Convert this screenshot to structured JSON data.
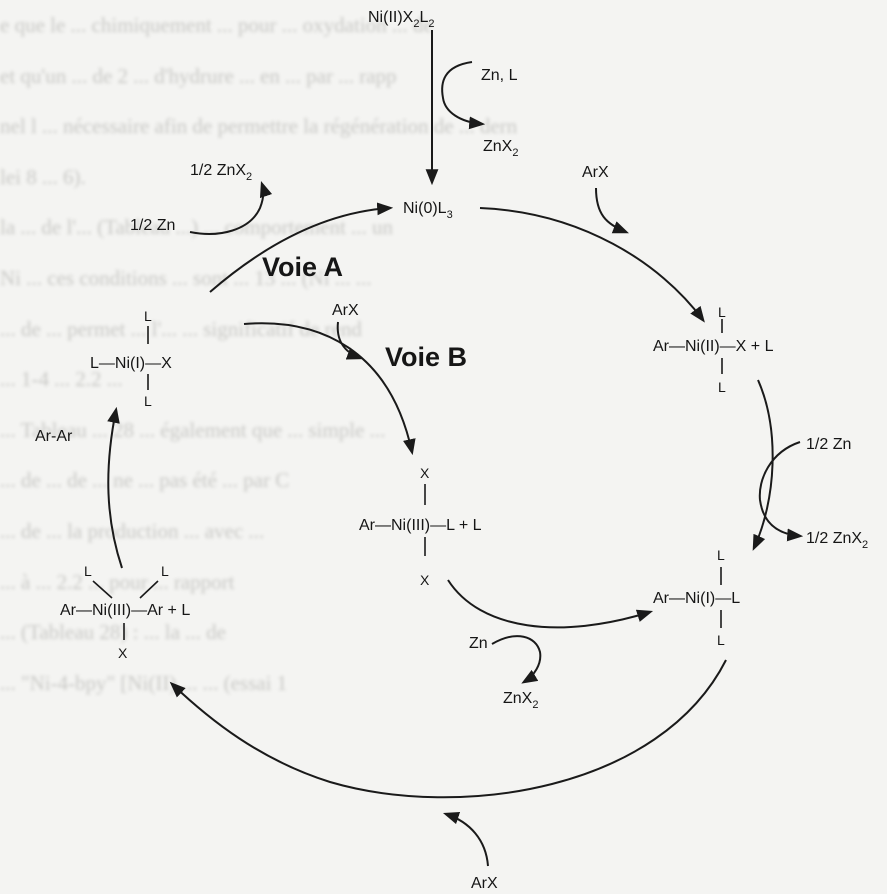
{
  "background_text_lines": [
    "e que le ... chimiquement ... pour ... oxydation ... de",
    "et qu'un ... de 2 ... d'hydrure ... en ... par ... rapp",
    "nel l ... nécessaire afin de permettre la régénération de ... dern",
    "lei 8 ... 6).",
    "la ... de l'... (Tableau ...) ... comportement ... un",
    "Ni ... ces conditions ... sont ... 13 ... (Ni ... ...",
    "... de ... permet ... l'... ... significatif de rend",
    "... 1-4 ... 2.2 ...",
    "... Tableau ... 28 ... également que ... simple ...",
    "... de ... de ... ne ... pas été ... par C",
    "... de ... la production ... avec ...",
    "... à ... 2.2 ... pour ... rapport",
    "... (Tableau 28) : ... la ... de",
    "... \"Ni-4-bpy\" [Ni(II) ... ... (essai 1"
  ],
  "species": {
    "top": "Ni(II)X2L2",
    "ni0": "Ni(0)L3",
    "ni2_right": "Ar—Ni(II)—X + L",
    "ni1_right": "Ar—Ni(I)—L",
    "ni3_center": "Ar—Ni(III)—L + L",
    "ni3_left": "Ar—Ni(III)—Ar + L",
    "ni1_left": "L—Ni(I)—X",
    "ar_ar": "Ar-Ar"
  },
  "reagents": {
    "zn_l": "Zn, L",
    "znx2_top": "ZnX2",
    "arx_top_right": "ArX",
    "half_znx2_top_left": "1/2 ZnX2",
    "half_zn_left": "1/2 Zn",
    "arx_voie_b": "ArX",
    "half_zn_right": "1/2 Zn",
    "half_znx2_right": "1/2 ZnX2",
    "zn_bottom": "Zn",
    "znx2_bottom": "ZnX2",
    "arx_bottom": "ArX"
  },
  "pathways": {
    "voie_a": "Voie A",
    "voie_b": "Voie B"
  }
}
